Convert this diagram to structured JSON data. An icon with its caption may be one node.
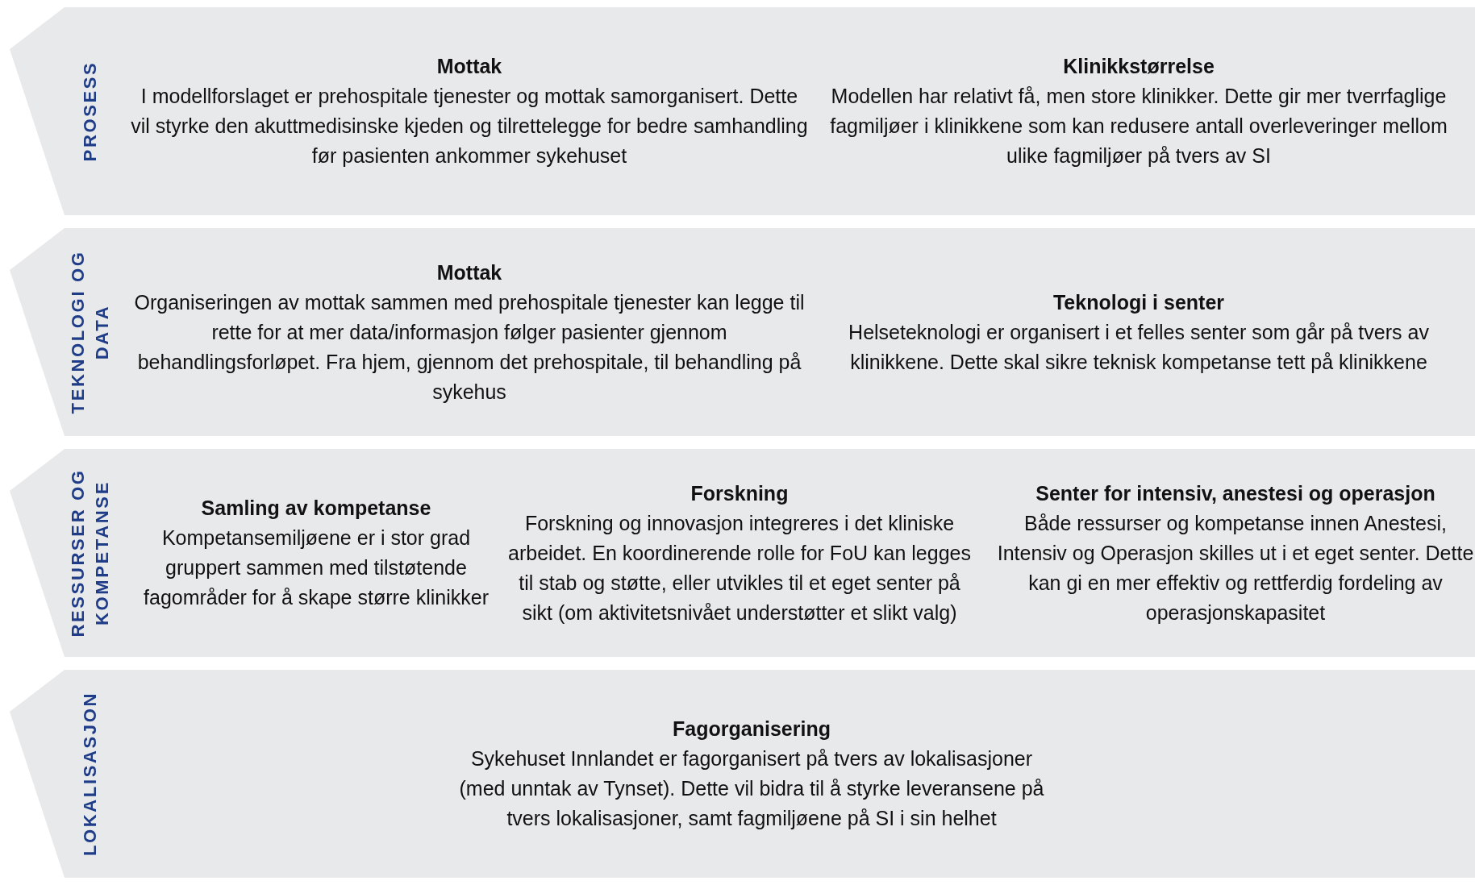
{
  "diagram": {
    "nodes": [
      {
        "text": [
          "PROSESS",
          "Mottak",
          "I modellforslaget er prehospitale tjenester og mottak samorganisert. Dette vil styrke den akuttmedisinske kjeden og tilrettelegge for bedre samhandling før pasienten ankommer sykehuset",
          "Klinikkstørrelse",
          "Modellen har relativt få, men store klinikker. Dette gir mer tverrfaglige fagmiljøer i klinikkene som kan redusere antall overleveringer mellom ulike fagmiljøer på tvers av SI"
        ]
      },
      {
        "text": [
          "TEKNOLOGI OG DATA",
          "Mottak",
          "Organiseringen av mottak sammen med prehospitale tjenester kan legge til rette for at mer data/informasjon følger pasienter gjennom behandlingsforløpet. Fra hjem, gjennom det prehospitale, til behandling på sykehus",
          "Teknologi i senter",
          "Helseteknologi er organisert i et felles senter som går på tvers av klinikkene. Dette skal sikre teknisk kompetanse tett på klinikkene"
        ]
      },
      {
        "text": [
          "RESSURSER OG KOMPETANSE",
          "Samling av kompetanse",
          "Kompetansemiljøene er i stor grad gruppert sammen med tilstøtende fagområder for å skape større klinikker",
          "Forskning",
          "Forskning og innovasjon integreres i det kliniske arbeidet. En koordinerende rolle for FoU kan legges til stab og støtte, eller utvikles til et eget senter på sikt (om aktivitetsnivået understøtter et slikt valg)",
          "Senter for intensiv, anestesi og operasjon",
          "Både ressurser og kompetanse innen Anestesi, Intensiv og Operasjon skilles ut i et eget senter. Dette kan gi en mer effektiv og rettferdig fordeling av operasjonskapasitet"
        ]
      },
      {
        "text": [
          "LOKALISASJON",
          "Fagorganisering",
          "Sykehuset Innlandet er fagorganisert på tvers av lokalisasjoner (med unntak av Tynset). Dette vil bidra til å styrke leveransene på tvers lokalisasjoner, samt fagmiljøene på SI i sin helhet"
        ]
      }
    ],
    "edges": []
  }
}
